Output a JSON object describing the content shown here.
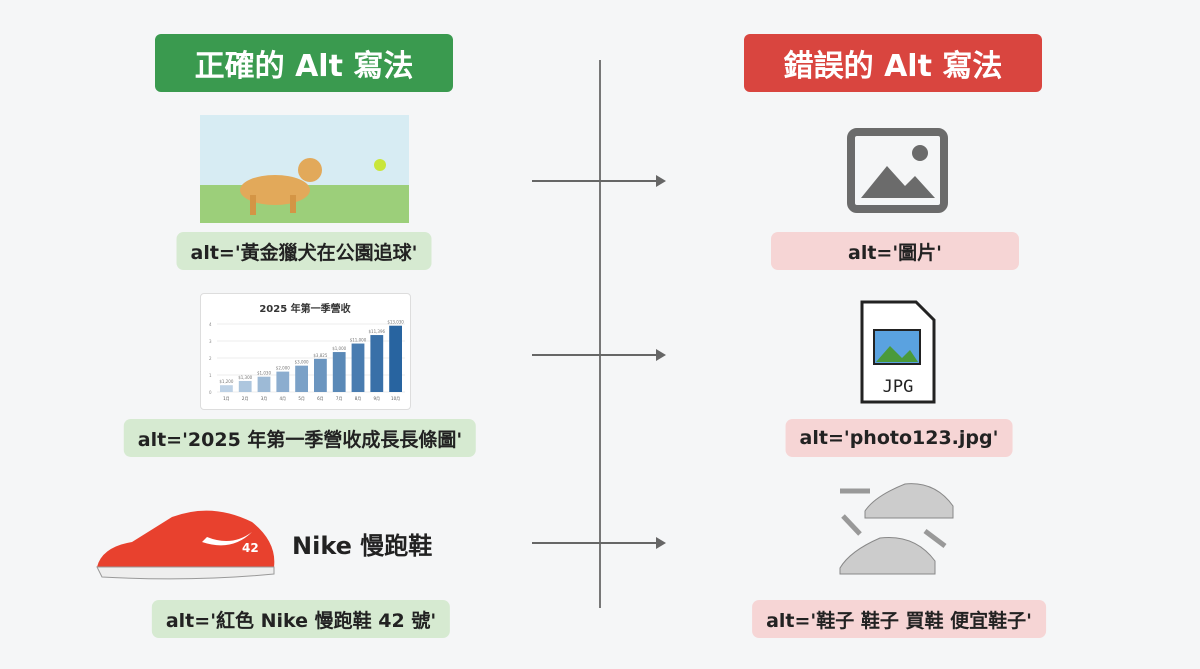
{
  "left": {
    "title": "正確的 Alt 寫法",
    "color": "#3a9a4f",
    "alts": [
      "alt='黃金獵犬在公園追球'",
      "alt='2025 年第一季營收成長長條圖'",
      "alt='紅色 Nike 慢跑鞋 42 號'"
    ],
    "shoe_label": "Nike 慢跑鞋",
    "shoe_number": "42"
  },
  "right": {
    "title": "錯誤的 Alt 寫法",
    "color": "#d9453f",
    "alts": [
      "alt='圖片'",
      "alt='photo123.jpg'",
      "alt='鞋子 鞋子 買鞋 便宜鞋子'"
    ],
    "file_label": "JPG"
  },
  "chart_data": {
    "type": "bar",
    "title": "2025 年第一季營收",
    "categories": [
      "1月",
      "2月",
      "3月",
      "4月",
      "5月",
      "6月",
      "7月",
      "8月",
      "9月",
      "10月"
    ],
    "values": [
      0.4,
      0.65,
      0.9,
      1.2,
      1.55,
      1.95,
      2.35,
      2.85,
      3.35,
      3.9
    ],
    "data_labels": [
      "$1,200",
      "$1,300",
      "$1,030",
      "$2,000",
      "$3,000",
      "$3,825",
      "$1,000",
      "$11,000",
      "$11,396",
      "$13,030"
    ],
    "yticks": [
      "0",
      "1",
      "2",
      "3",
      "4"
    ],
    "ylim": [
      0,
      4
    ],
    "grid": true
  }
}
